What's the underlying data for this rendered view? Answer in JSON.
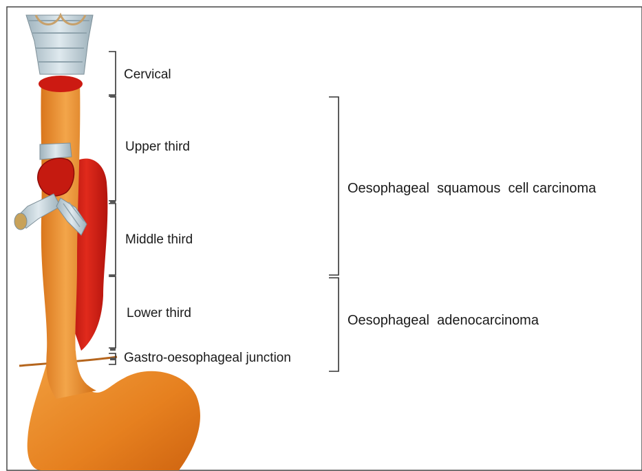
{
  "segments": {
    "cervical": "Cervical",
    "upper_third": "Upper third",
    "middle_third": "Middle third",
    "lower_third": "Lower third",
    "gastro_oesophageal_junction": "Gastro-oesophageal junction"
  },
  "groups": {
    "squamous": "Oesophageal  squamous  cell carcinoma",
    "adeno": "Oesophageal  adenocarcinoma"
  },
  "colors": {
    "oesophagus": "#e88a2a",
    "aorta": "#cc1a12",
    "trachea": "#b9cad3",
    "bracket": "#333333",
    "frame": "#444444"
  }
}
